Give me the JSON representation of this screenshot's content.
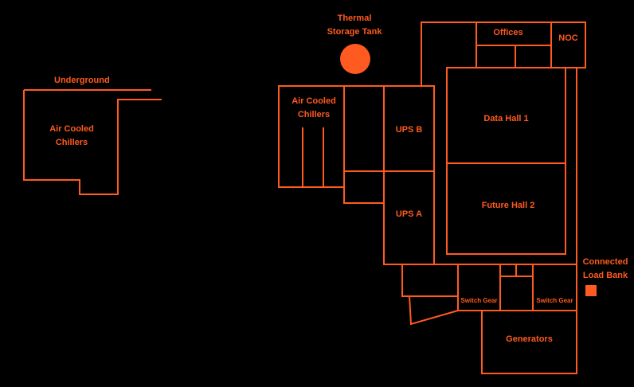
{
  "colors": {
    "background": "#000000",
    "accent": "#ff5a1f"
  },
  "labels": {
    "underground": "Underground",
    "air_cooled_chillers_left": [
      "Air Cooled",
      "Chillers"
    ],
    "thermal_storage_tank": [
      "Thermal",
      "Storage Tank"
    ],
    "air_cooled_chillers_right": [
      "Air Cooled",
      "Chillers"
    ],
    "offices": "Offices",
    "noc": "NOC",
    "ups_b": "UPS B",
    "ups_a": "UPS A",
    "data_hall_1": "Data Hall 1",
    "future_hall_2": "Future Hall 2",
    "connected_load_bank": [
      "Connected",
      "Load Bank"
    ],
    "switch_gear_left": "Switch Gear",
    "switch_gear_right": "Switch Gear",
    "generators": "Generators"
  }
}
